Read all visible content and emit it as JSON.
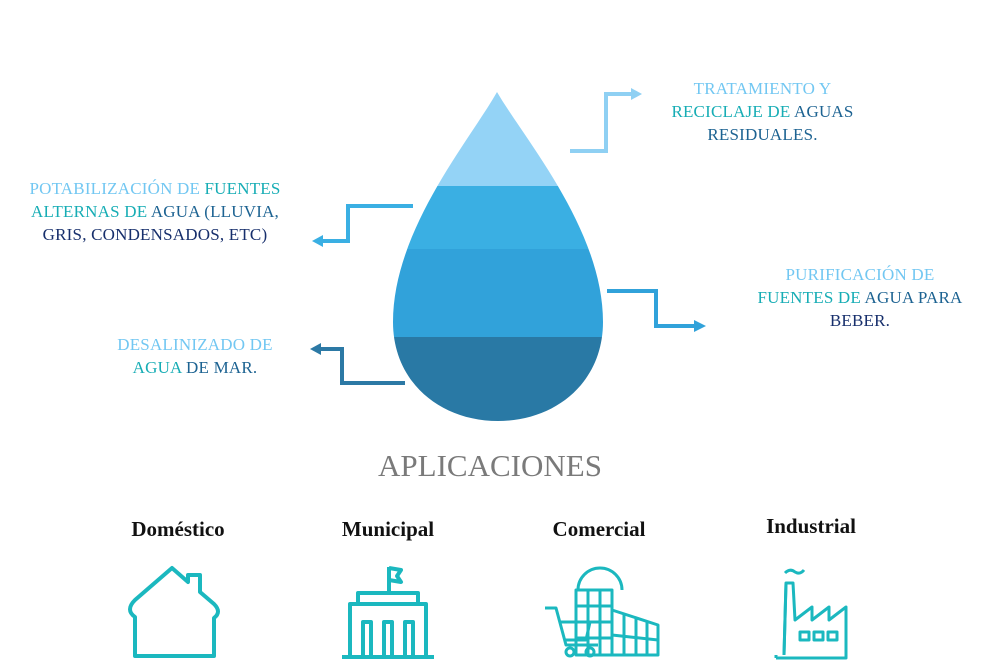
{
  "labels": {
    "tratamiento": {
      "l1a": "TRATAMIENTO Y",
      "l2a": "RECICLAJE DE ",
      "l2b": "AGUAS",
      "l3a": "RESIDUALES."
    },
    "potabilizacion": {
      "l1a": "POTABILIZACIÓN DE ",
      "l1b": "FUENTES",
      "l2a": "ALTERNAS DE ",
      "l2b": "AGUA (LLUVIA,",
      "l3a": "GRIS, CONDENSADOS, ETC)"
    },
    "purificacion": {
      "l1a": "PURIFICACIÓN DE",
      "l2a": "FUENTES DE ",
      "l2b": "AGUA PARA",
      "l3a": "BEBER."
    },
    "desalinizado": {
      "l1a": "DESALINIZADO DE",
      "l2a": "AGUA",
      "l2b": " DE MAR."
    }
  },
  "applications": {
    "title": "APLICACIONES",
    "items": [
      {
        "label": "Doméstico",
        "icon": "house-icon"
      },
      {
        "label": "Municipal",
        "icon": "government-building-icon"
      },
      {
        "label": "Comercial",
        "icon": "shopping-mall-cart-icon"
      },
      {
        "label": "Industrial",
        "icon": "factory-icon"
      }
    ]
  },
  "colors": {
    "light": "#72c7f2",
    "teal": "#17adb5",
    "blue": "#1d6392",
    "navy": "#172f6c",
    "icon": "#1bb8bf"
  }
}
